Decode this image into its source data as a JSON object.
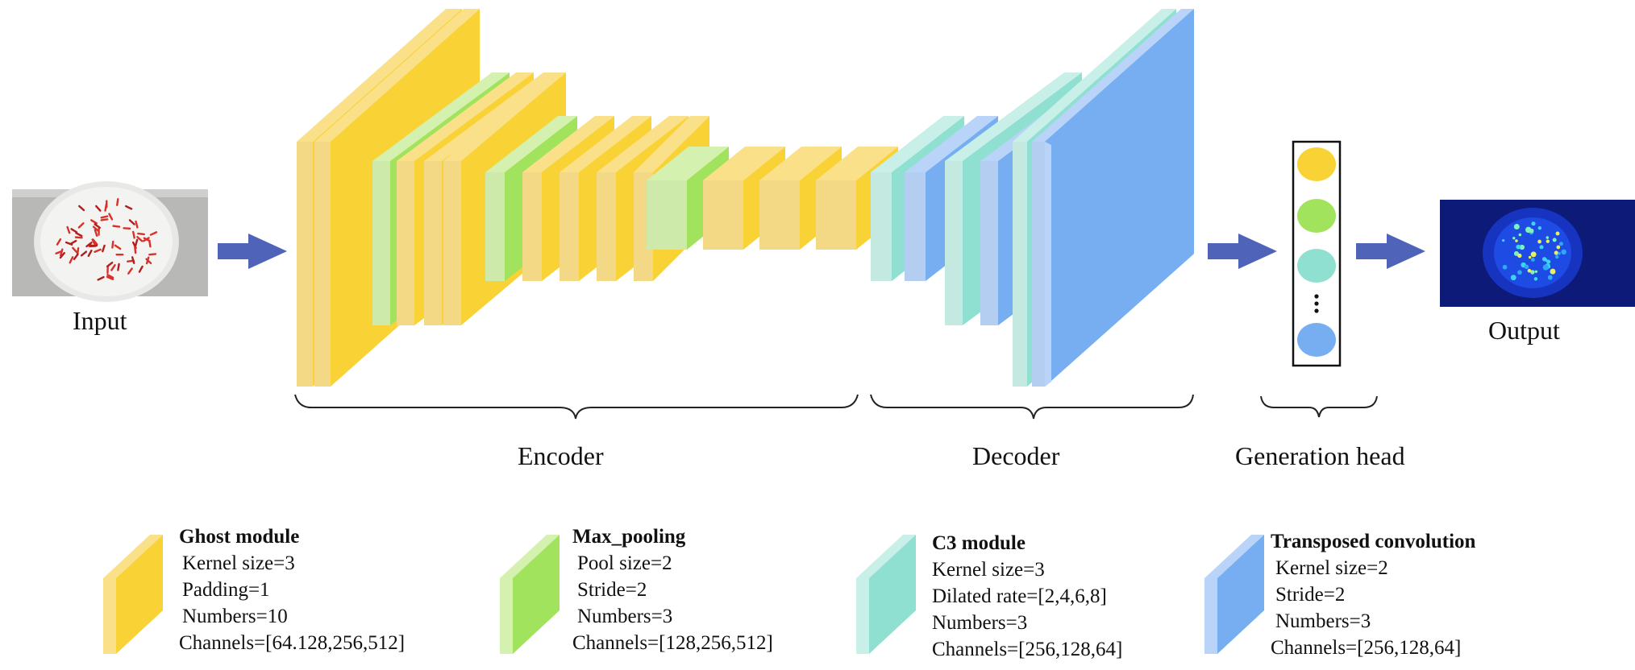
{
  "labels": {
    "input": "Input",
    "output": "Output",
    "encoder": "Encoder",
    "decoder": "Decoder",
    "generation_head": "Generation head"
  },
  "colors": {
    "ghost": "#f9d236",
    "ghost_light": "#fbe08a",
    "pool": "#a2e35e",
    "pool_light": "#d4f1b0",
    "c3": "#8fe0d0",
    "c3_light": "#c9f0e8",
    "transposed": "#77aef2",
    "transposed_light": "#b9d4f8",
    "arrow": "#4f63b9",
    "output_bg": "#0d1a78"
  },
  "head_items": [
    "ghost",
    "pool",
    "c3",
    "...",
    "transposed"
  ],
  "legend": [
    {
      "key": "ghost",
      "title": "Ghost module",
      "lines": [
        "Kernel size=3",
        "Padding=1",
        "Numbers=10",
        "Channels=[64.128,256,512]"
      ]
    },
    {
      "key": "pool",
      "title": "Max_pooling",
      "lines": [
        "Pool size=2",
        "Stride=2",
        "Numbers=3",
        "Channels=[128,256,512]"
      ]
    },
    {
      "key": "c3",
      "title": "C3 module",
      "lines": [
        "Kernel size=3",
        "Dilated rate=[2,4,6,8]",
        "Numbers=3",
        "Channels=[256,128,64]"
      ]
    },
    {
      "key": "transposed",
      "title": "Transposed convolution",
      "lines": [
        "Kernel size=2",
        "Stride=2",
        "Numbers=3",
        "Channels=[256,128,64]"
      ]
    }
  ]
}
